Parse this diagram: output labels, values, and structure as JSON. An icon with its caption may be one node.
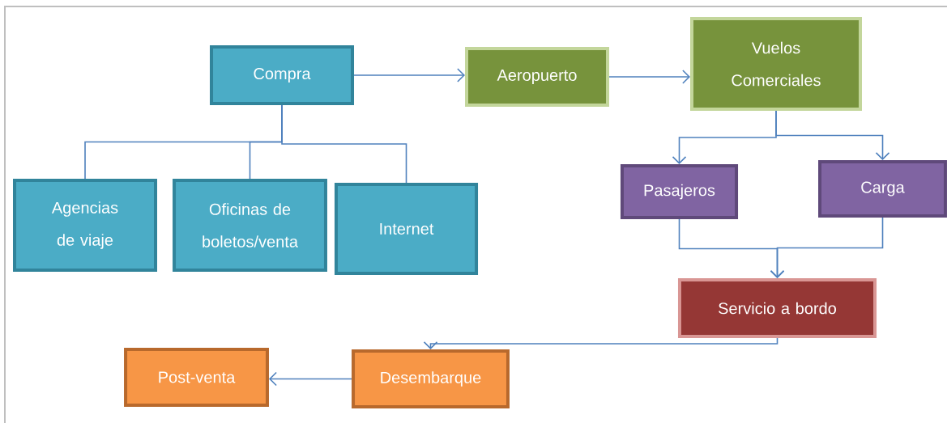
{
  "diagram": {
    "nodes": [
      {
        "text": [
          "Compra"
        ]
      },
      {
        "text": [
          "Agencias de viaje"
        ]
      },
      {
        "text": [
          "Oficinas de boletos/venta"
        ]
      },
      {
        "text": [
          "Internet"
        ]
      },
      {
        "text": [
          "Aeropuerto"
        ]
      },
      {
        "text": [
          "Vuelos Comerciales"
        ]
      },
      {
        "text": [
          "Pasajeros"
        ]
      },
      {
        "text": [
          "Carga"
        ]
      },
      {
        "text": [
          "Servicio a bordo"
        ]
      },
      {
        "text": [
          "Desembarque"
        ]
      },
      {
        "text": [
          "Post-venta"
        ]
      }
    ],
    "edges": [
      {
        "from": 0,
        "to": 1,
        "arrow": "none"
      },
      {
        "from": 0,
        "to": 2,
        "arrow": "none"
      },
      {
        "from": 0,
        "to": 3,
        "arrow": "none"
      },
      {
        "from": 0,
        "to": 4,
        "arrow": "to"
      },
      {
        "from": 4,
        "to": 5,
        "arrow": "to"
      },
      {
        "from": 5,
        "to": 6,
        "arrow": "to"
      },
      {
        "from": 5,
        "to": 7,
        "arrow": "to"
      },
      {
        "from": 6,
        "to": 8,
        "arrow": "to"
      },
      {
        "from": 7,
        "to": 8,
        "arrow": "to"
      },
      {
        "from": 8,
        "to": 9,
        "arrow": "to"
      },
      {
        "from": 9,
        "to": 10,
        "arrow": "to"
      }
    ]
  }
}
